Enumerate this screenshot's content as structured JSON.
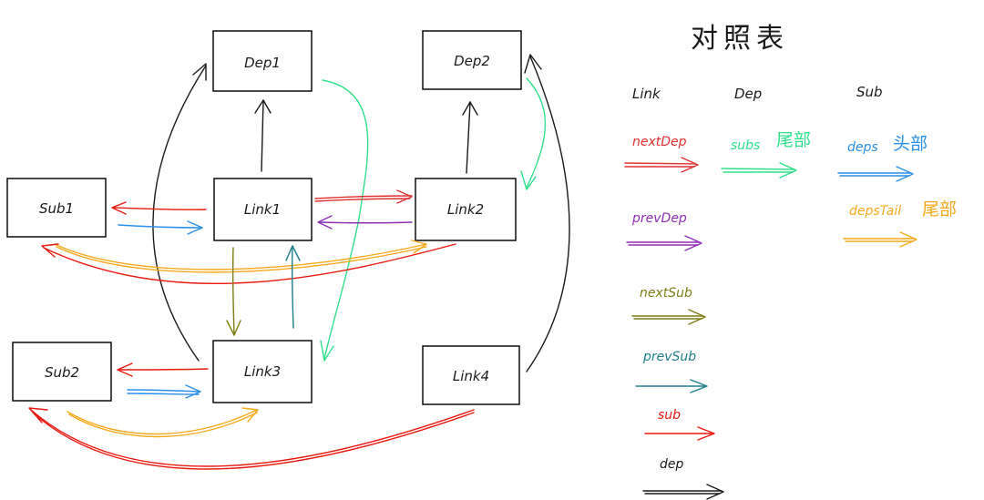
{
  "colors": {
    "ink": "#1a1a1a",
    "nextDep": "#e03131",
    "subs": "#2fe08a",
    "deps": "#2b8fe8",
    "prevDep": "#8e2fb3",
    "nextSub": "#7d7d12",
    "prevSub": "#1e7f8c",
    "sub": "#e8190f",
    "dep": "#1a1a1a",
    "depsTail": "#f5a91c"
  },
  "nodes": {
    "dep1": "Dep1",
    "dep2": "Dep2",
    "sub1": "Sub1",
    "link1": "Link1",
    "link2": "Link2",
    "sub2": "Sub2",
    "link3": "Link3",
    "link4": "Link4"
  },
  "legend": {
    "title": "对照表",
    "headers": {
      "link": "Link",
      "dep": "Dep",
      "sub": "Sub"
    },
    "next_dep": "nextDep",
    "subs": "subs",
    "subs_note": "尾部",
    "deps": "deps",
    "deps_note": "头部",
    "prev_dep": "prevDep",
    "deps_tail": "depsTail",
    "deps_tail_note": "尾部",
    "next_sub": "nextSub",
    "prev_sub": "prevSub",
    "sub": "sub",
    "dep": "dep"
  }
}
